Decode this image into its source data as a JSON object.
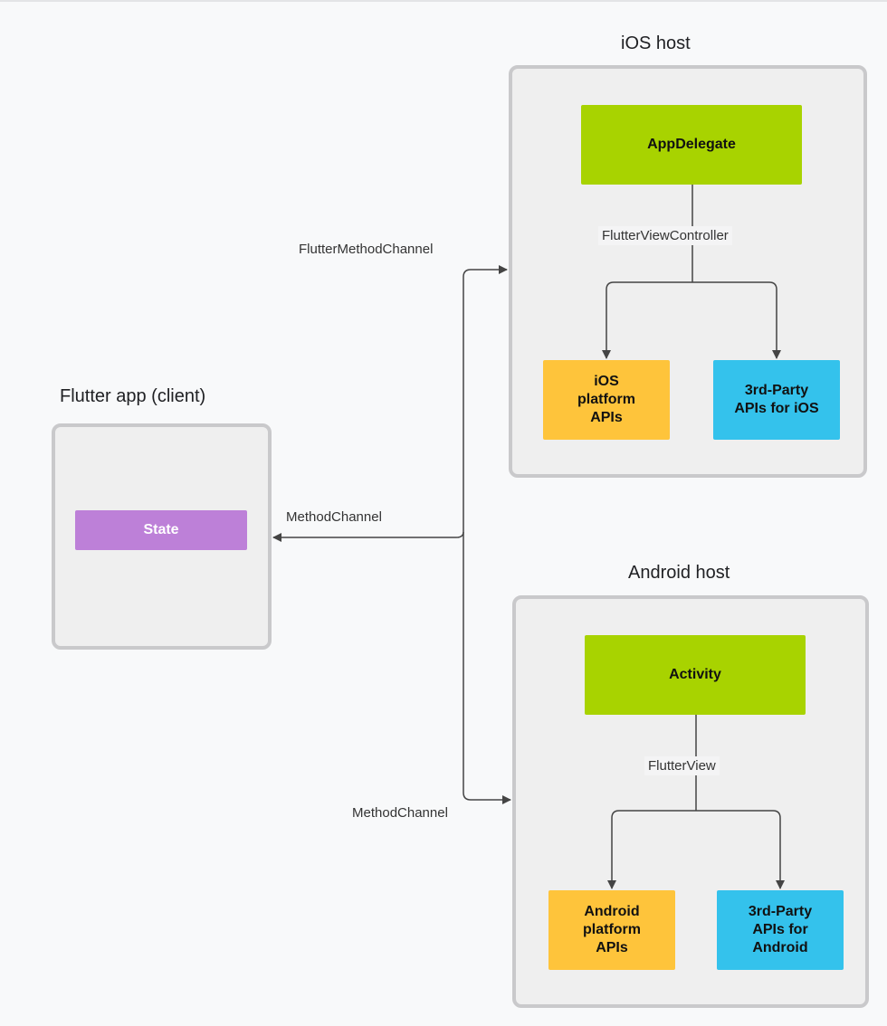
{
  "ios_host": {
    "title": "iOS host",
    "app_delegate": "AppDelegate",
    "view_controller": "FlutterViewController",
    "platform_apis": "iOS\nplatform\nAPIs",
    "third_party_apis": "3rd-Party\nAPIs for iOS"
  },
  "flutter_app": {
    "title": "Flutter app (client)",
    "state": "State"
  },
  "android_host": {
    "title": "Android host",
    "activity": "Activity",
    "flutter_view": "FlutterView",
    "platform_apis": "Android\nplatform\nAPIs",
    "third_party_apis": "3rd-Party\nAPIs for\nAndroid"
  },
  "channels": {
    "ios_channel": "FlutterMethodChannel",
    "client_channel": "MethodChannel",
    "android_channel": "MethodChannel"
  },
  "colors": {
    "host_box": "#a8d300",
    "platform_api": "#fec43b",
    "third_party_api": "#34c2ec",
    "state": "#bd80d8",
    "container_border": "#c9c9cb"
  }
}
